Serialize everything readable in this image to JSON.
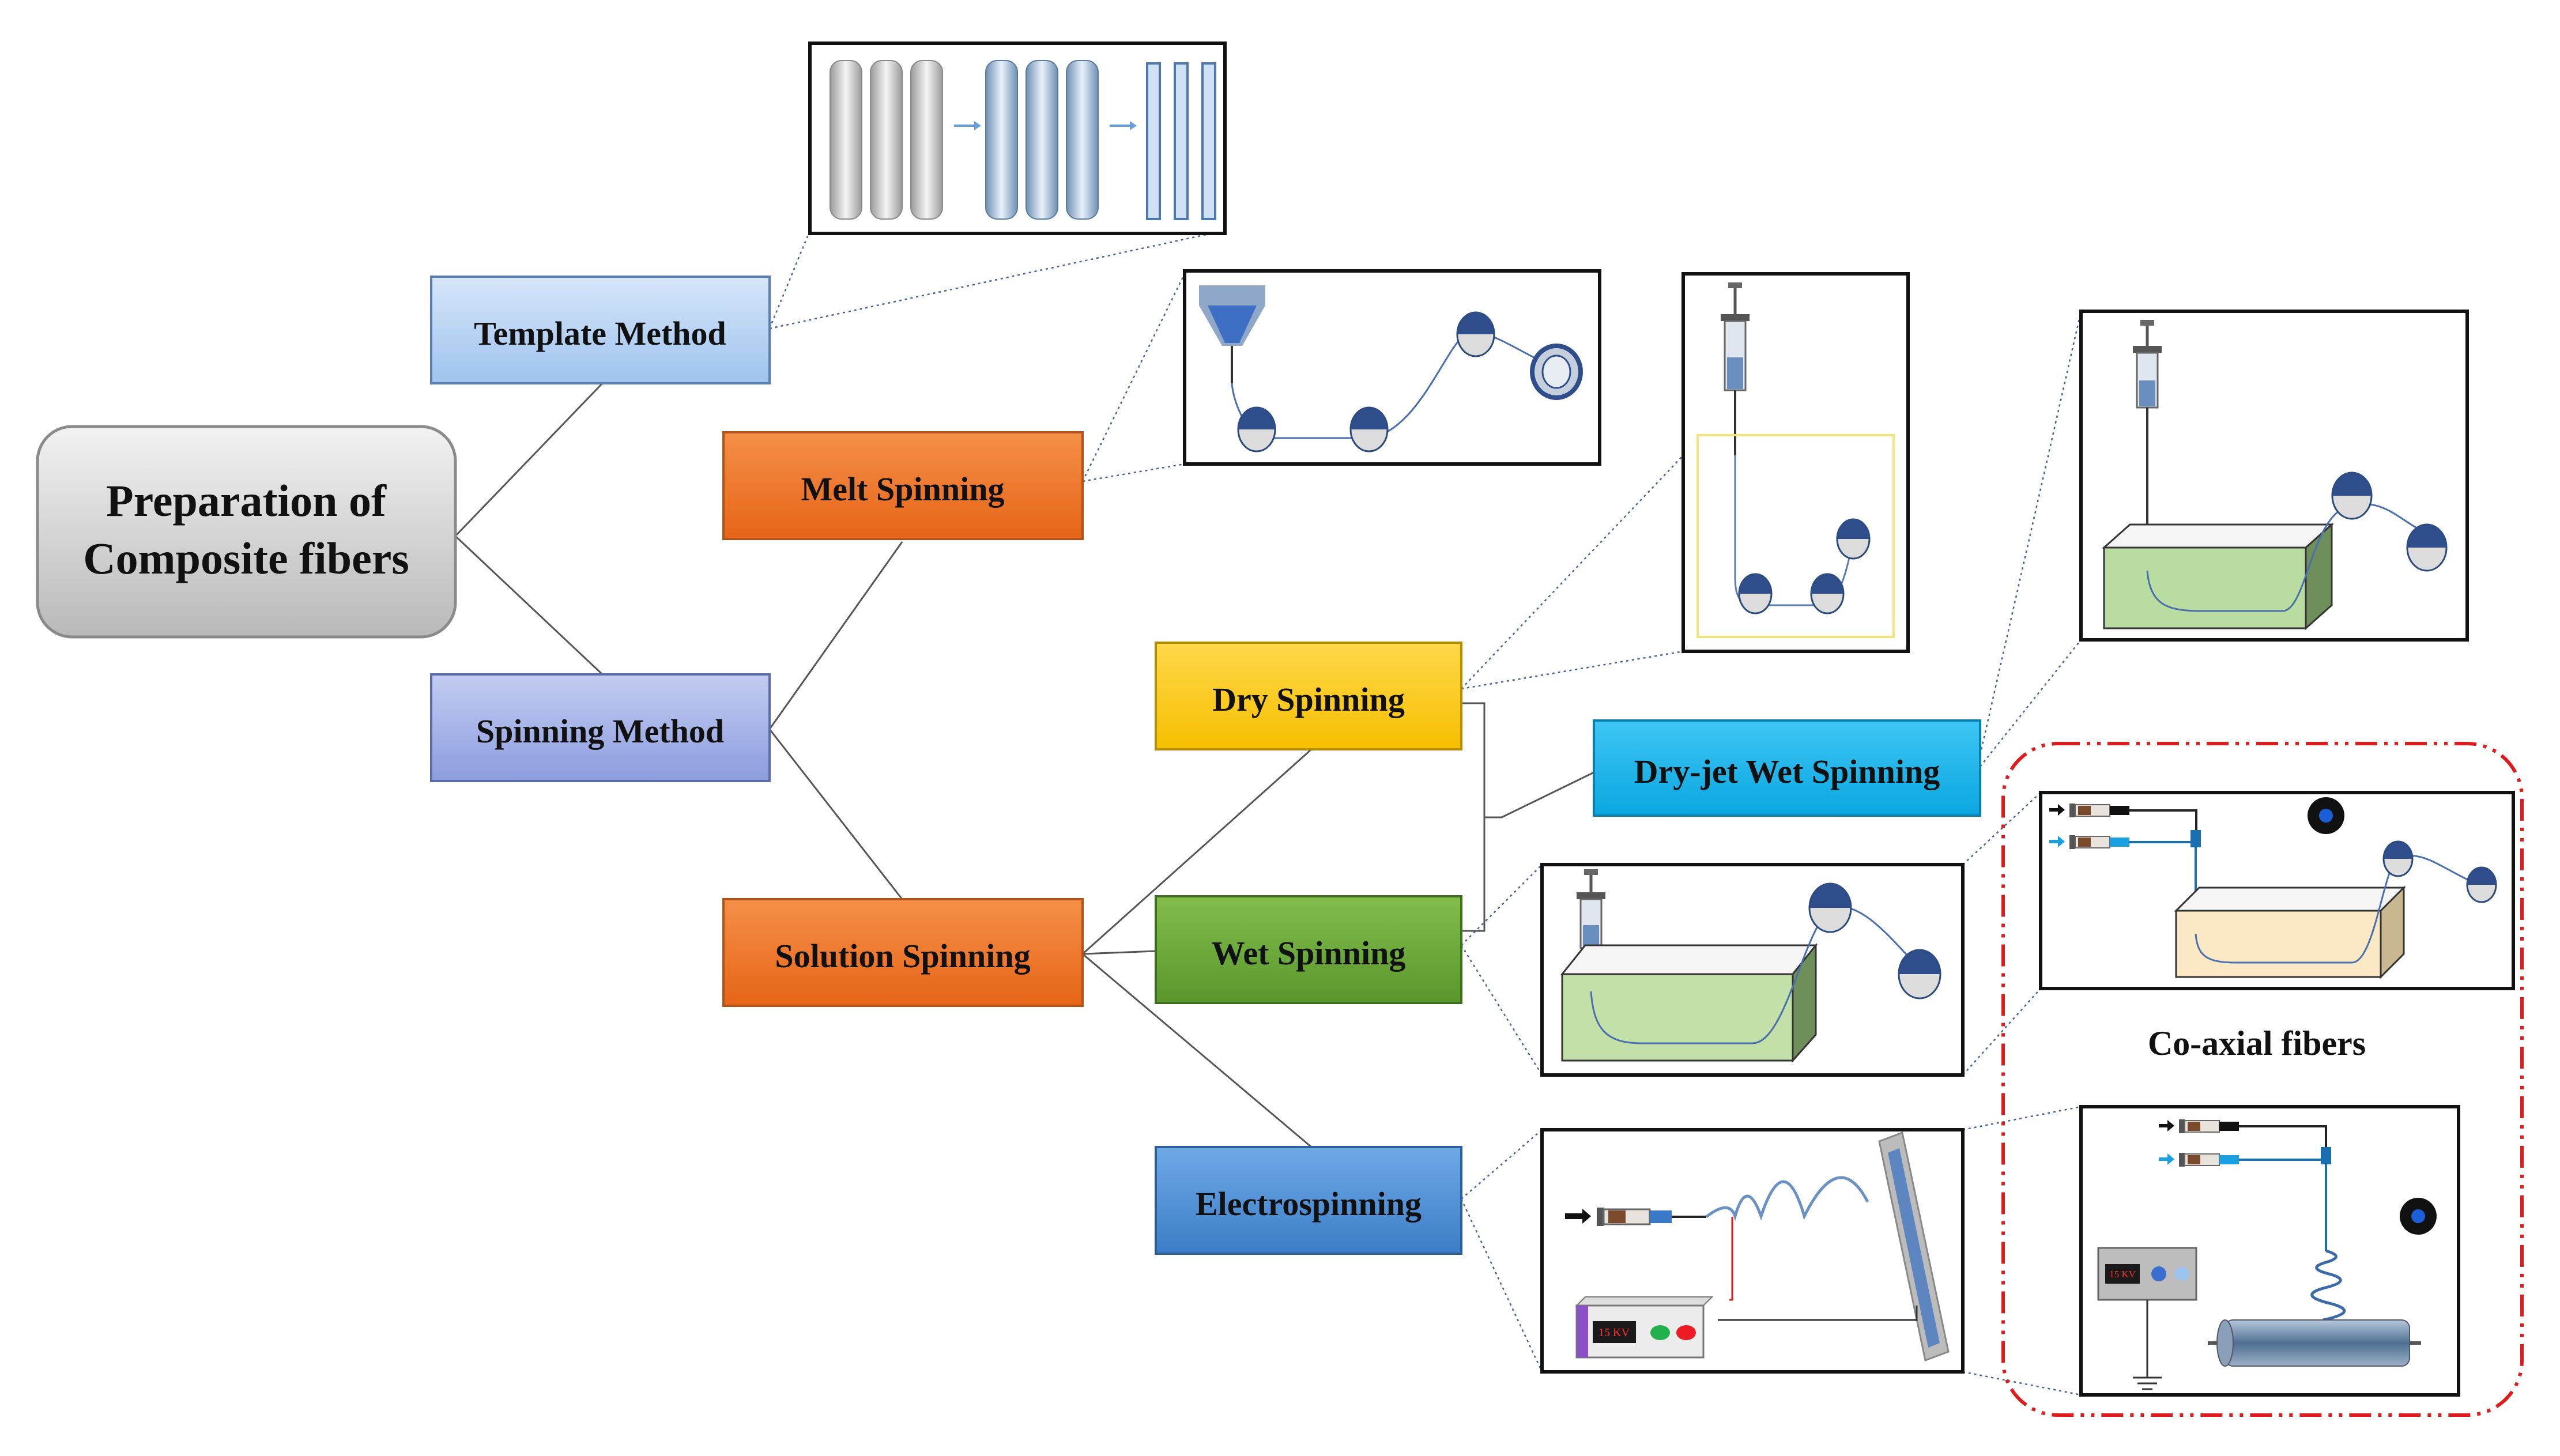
{
  "root": {
    "line1": "Preparation of",
    "line2": "Composite fibers"
  },
  "nodes": {
    "template_method": "Template Method",
    "spinning_method": "Spinning Method",
    "melt_spinning": "Melt Spinning",
    "solution_spinning": "Solution Spinning",
    "dry_spinning": "Dry Spinning",
    "wet_spinning": "Wet Spinning",
    "electrospinning": "Electrospinning",
    "dry_jet_wet_spinning": "Dry-jet Wet Spinning"
  },
  "coaxial_label": "Co-axial fibers",
  "voltage_display": "15 KV",
  "colors": {
    "template": "#b7d3f2",
    "spinning_method": "#a9b6e8",
    "melt": "#f07a2a",
    "solution": "#f07a2a",
    "dry": "#ffcc00",
    "wet": "#6fac3c",
    "electro": "#4a8fd6",
    "dry_jet": "#12b4ee",
    "root": "#d2d2d2",
    "coaxial_border": "#e01b1b"
  }
}
